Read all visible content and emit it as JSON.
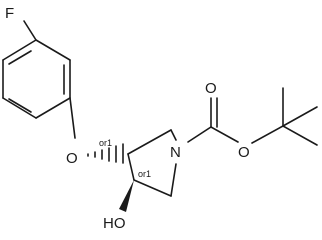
{
  "molecule": {
    "atoms": {
      "fluorine": "F",
      "ether_oxygen": "O",
      "ring_nitrogen": "N",
      "carbonyl_oxygen": "O",
      "ester_oxygen": "O",
      "hydroxyl": "HO"
    },
    "stereo_labels": {
      "c3": "or1",
      "c4": "or1"
    }
  }
}
